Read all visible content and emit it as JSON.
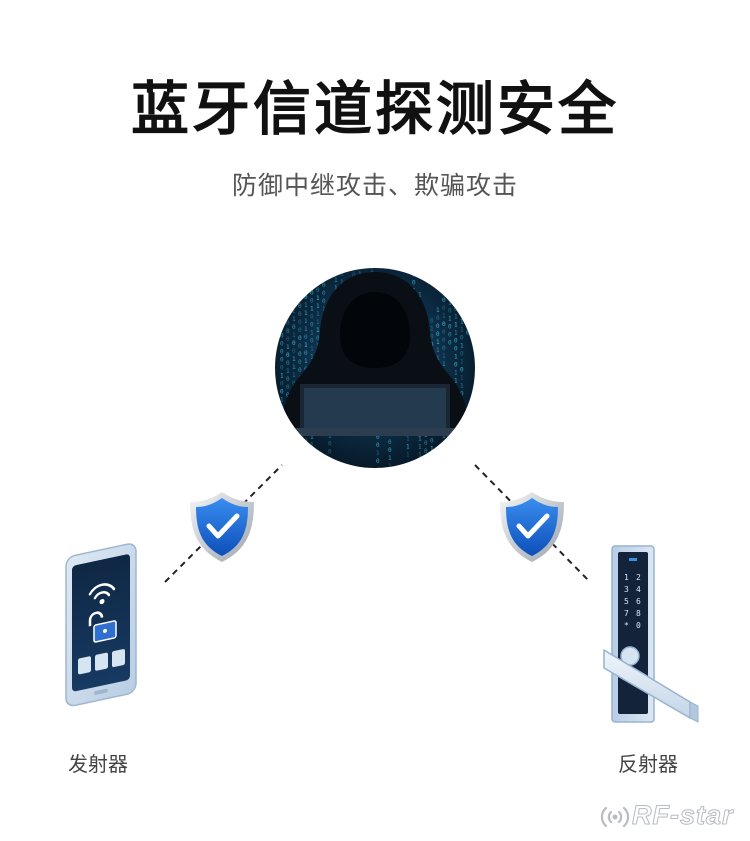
{
  "title": "蓝牙信道探测安全",
  "subtitle": "防御中继攻击、欺骗攻击",
  "left_device": {
    "label": "发射器",
    "icon": "smartphone-unlock-icon"
  },
  "right_device": {
    "label": "反射器",
    "icon": "smart-door-lock-icon"
  },
  "attacker": {
    "icon": "hacker-image"
  },
  "shields": [
    "shield-check-icon",
    "shield-check-icon"
  ],
  "brand": {
    "text": "RF-star"
  },
  "colors": {
    "accent": "#1E6FD9",
    "text": "#111111",
    "subtext": "#555555",
    "matrix": "#3FC3E8"
  }
}
